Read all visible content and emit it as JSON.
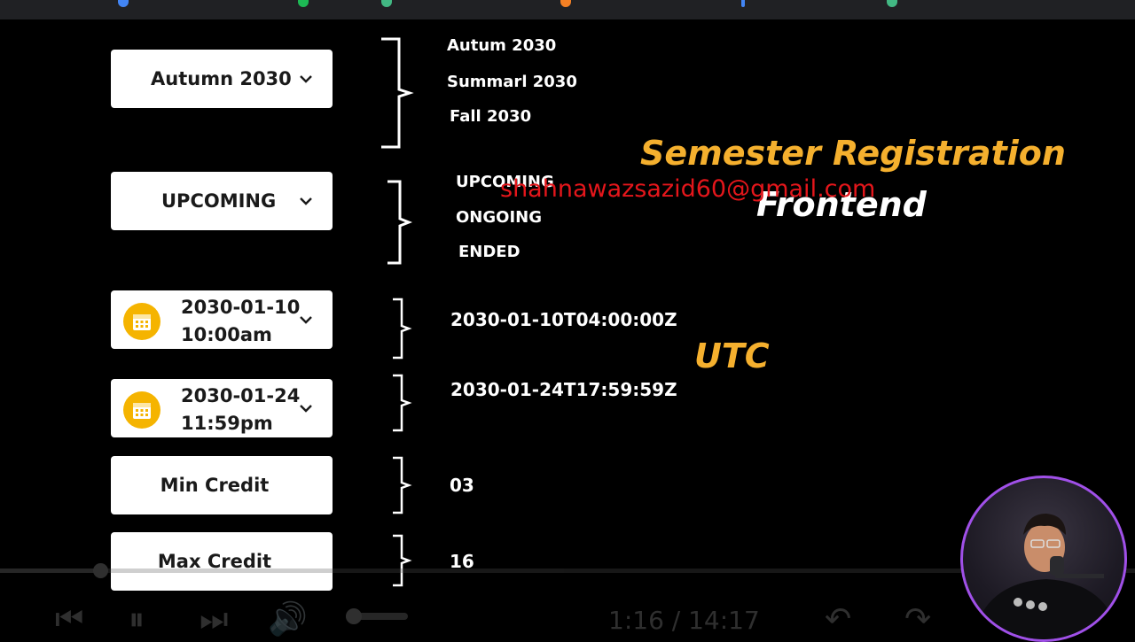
{
  "form": {
    "semester_select": "Autumn 2030",
    "status_select": "UPCOMING",
    "start_date": {
      "date": "2030-01-10",
      "time": "10:00am"
    },
    "end_date": {
      "date": "2030-01-24",
      "time": "11:59pm"
    },
    "min_credit_label": "Min Credit",
    "max_credit_label": "Max Credit"
  },
  "options": {
    "semesters": [
      "Autum 2030",
      "Summarl 2030",
      "Fall 2030"
    ],
    "statuses": [
      "UPCOMING",
      "ONGOING",
      "ENDED"
    ]
  },
  "values": {
    "start_utc": "2030-01-10T04:00:00Z",
    "end_utc": "2030-01-24T17:59:59Z",
    "min_credit": "03",
    "max_credit": "16"
  },
  "headline": {
    "title": "Semester Registration",
    "subtitle": "Frontend",
    "email": "shahnawazsazid60@gmail.com",
    "utc": "UTC"
  },
  "player": {
    "time": "1:16 / 14:17",
    "progress": 0.088
  },
  "colors": {
    "accent": "#f5b02e",
    "calendar_icon": "#f5b400",
    "watermark": "#e4161b",
    "webcam_ring": "#a050e8"
  },
  "icons": [
    "calendar-icon",
    "chevron-down-icon",
    "skip-back-icon",
    "pause-icon",
    "skip-forward-icon",
    "volume-icon",
    "rewind-icon",
    "forward-icon"
  ]
}
